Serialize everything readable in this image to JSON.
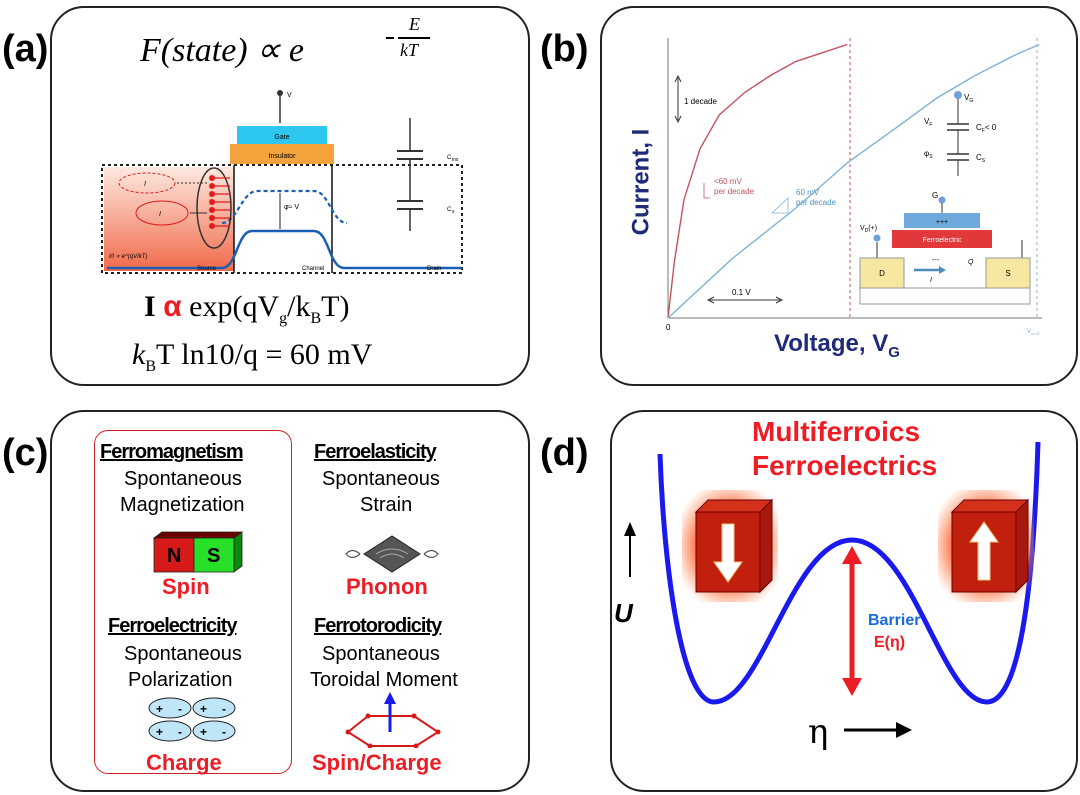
{
  "panel_labels": {
    "a": "(a)",
    "b": "(b)",
    "c": "(c)",
    "d": "(d)"
  },
  "panel_a": {
    "equation_top": "F(state) ∝ e",
    "exponent_num": "E",
    "exponent_den": "kT",
    "gate": "Gate",
    "insulator": "Insulator",
    "vg_label": "V",
    "vg_sub": "g",
    "source": "Source",
    "channel": "Channel",
    "drain": "Drain",
    "i1": "I",
    "i2": "I",
    "phi_label": "φ≈ V",
    "cins": "C",
    "cins_sub": "ins",
    "cs": "C",
    "cs_sub": "s",
    "ratio": "I/I ∝ e^(qV/kT)",
    "eq_prop_I": "I",
    "eq_prop_alpha": "α",
    "eq_prop_rest": "exp(qV",
    "eq_prop_g": "g",
    "eq_prop_tail": "/k",
    "eq_prop_B": "B",
    "eq_prop_T": "T)",
    "eq_bottom_k": "k",
    "eq_bottom_B": "B",
    "eq_bottom_rest": "T ln10/q = 60 mV"
  },
  "panel_b": {
    "ylabel": "Current, I",
    "xlabel": "Voltage, V",
    "xlabel_sub": "G",
    "decade": "1 decade",
    "lt60": "<60 mV",
    "per_decade1": "per decade",
    "mv60": "60 mV",
    "per_decade2": "per decade",
    "tick_01v": "0.1 V",
    "origin": "0",
    "von": "V",
    "von_sub": "on,D",
    "vg_label": "V",
    "vg_sub": "G",
    "vf": "V",
    "vf_sub": "F",
    "cf": "C",
    "cf_sub": "F",
    "cf_cond": "< 0",
    "phis": "φ",
    "phis_sub": "S",
    "cs": "C",
    "cs_sub": "S",
    "g": "G",
    "vd": "V",
    "vd_sub": "D",
    "vd_plus": "(+)",
    "plus3": "+++",
    "ferroelectric": "Ferroelectric",
    "minus3": "---",
    "d": "D",
    "s": "S",
    "q": "Q",
    "i": "I",
    "chart_data": {
      "type": "line",
      "title": "",
      "xlabel": "Voltage, VG",
      "ylabel": "Current, I",
      "series": [
        {
          "name": "<60 mV per decade",
          "color": "#c0545f",
          "points": [
            [
              0,
              0
            ],
            [
              0.01,
              0.2
            ],
            [
              0.025,
              0.42
            ],
            [
              0.05,
              0.6
            ],
            [
              0.08,
              0.72
            ],
            [
              0.12,
              0.8
            ],
            [
              0.16,
              0.86
            ],
            [
              0.2,
              0.91
            ],
            [
              0.24,
              0.94
            ],
            [
              0.28,
              0.97
            ]
          ]
        },
        {
          "name": "60 mV per decade",
          "color": "#7fb2d4",
          "points": [
            [
              0,
              0
            ],
            [
              0.1,
              0.21
            ],
            [
              0.2,
              0.39
            ],
            [
              0.28,
              0.55
            ],
            [
              0.36,
              0.68
            ],
            [
              0.42,
              0.78
            ],
            [
              0.48,
              0.86
            ],
            [
              0.54,
              0.93
            ],
            [
              0.58,
              0.97
            ]
          ]
        }
      ]
    }
  },
  "panel_c": {
    "ferromagnetism": "Ferromagnetism",
    "fm_line1": "Spontaneous",
    "fm_line2": "Magnetization",
    "n": "N",
    "s": "S",
    "spin": "Spin",
    "ferroelasticity": "Ferroelasticity",
    "fela_line1": "Spontaneous",
    "fela_line2": "Strain",
    "phonon": "Phonon",
    "ferroelectricity": "Ferroelectricity",
    "fe_line1": "Spontaneous",
    "fe_line2": "Polarization",
    "charge": "Charge",
    "ferrotorodicity": "Ferrotorodicity",
    "ft_line1": "Spontaneous",
    "ft_line2": "Toroidal Moment",
    "spin_charge": "Spin/Charge",
    "plus": "+",
    "minus": "-"
  },
  "panel_d": {
    "title1": "Multiferroics",
    "title2": "Ferroelectrics",
    "u": "U",
    "barrier": "Barrier",
    "e_eta": "E(η)",
    "eta": "η"
  },
  "colors": {
    "red": "#ee1c24",
    "blue": "#1a1aee",
    "navy": "#1f2a7a"
  }
}
